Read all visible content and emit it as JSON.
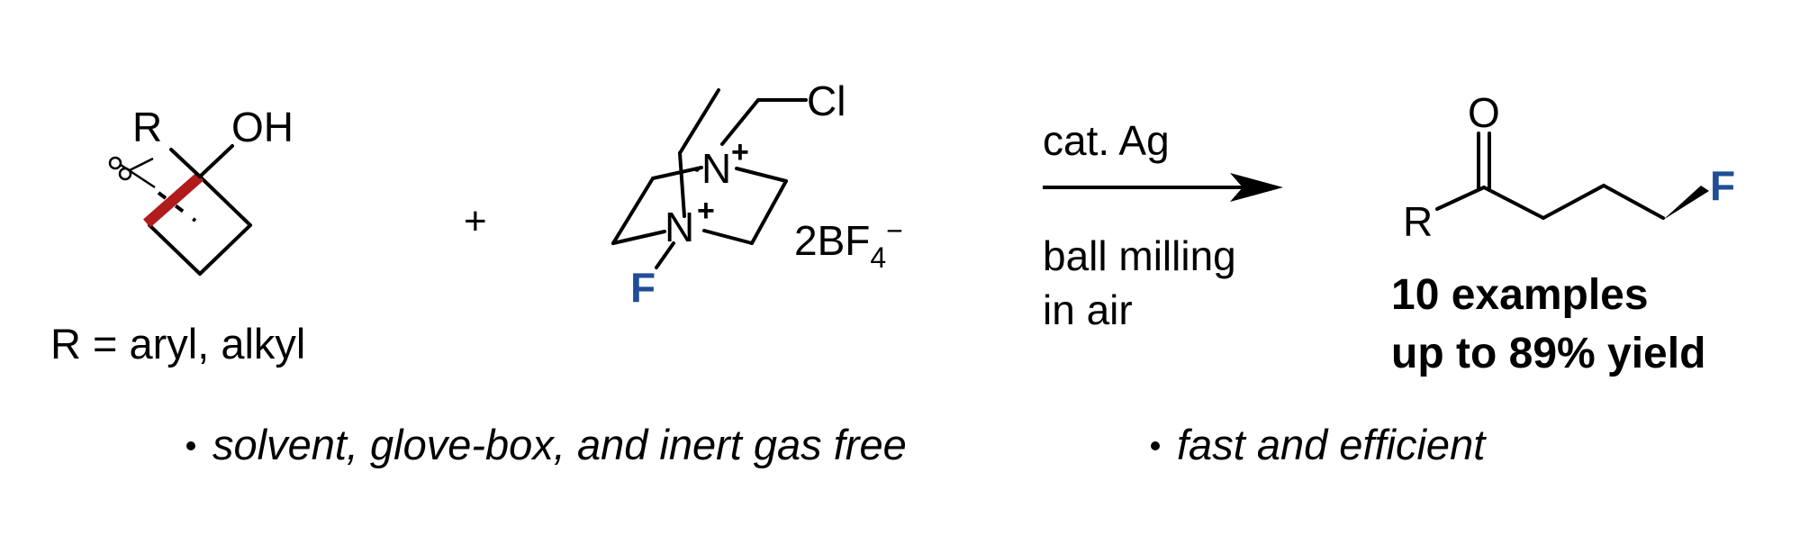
{
  "reactant": {
    "r_label": "R",
    "oh_label": "OH",
    "r_definition": "R = aryl, alkyl"
  },
  "plus": "+",
  "reagent": {
    "cl_label": "Cl",
    "n_top_label": "N",
    "n_top_charge": "+",
    "n_bottom_label": "N",
    "n_bottom_charge": "+",
    "f_label": "F",
    "counterion_prefix": "2BF",
    "counterion_subscript": "4",
    "counterion_charge": "−"
  },
  "conditions": {
    "above_arrow": "cat. Ag",
    "below_arrow_line1": "ball milling",
    "below_arrow_line2": "in air"
  },
  "product": {
    "o_label": "O",
    "r_label": "R",
    "f_label": "F",
    "summary_line1": "10 examples",
    "summary_line2": "up to 89% yield"
  },
  "features": [
    "solvent, glove-box, and inert gas free",
    "fast and efficient"
  ],
  "colors": {
    "fluorine": "#1f4e96",
    "cleaved_bond": "#b01c1c",
    "text": "#000000"
  }
}
